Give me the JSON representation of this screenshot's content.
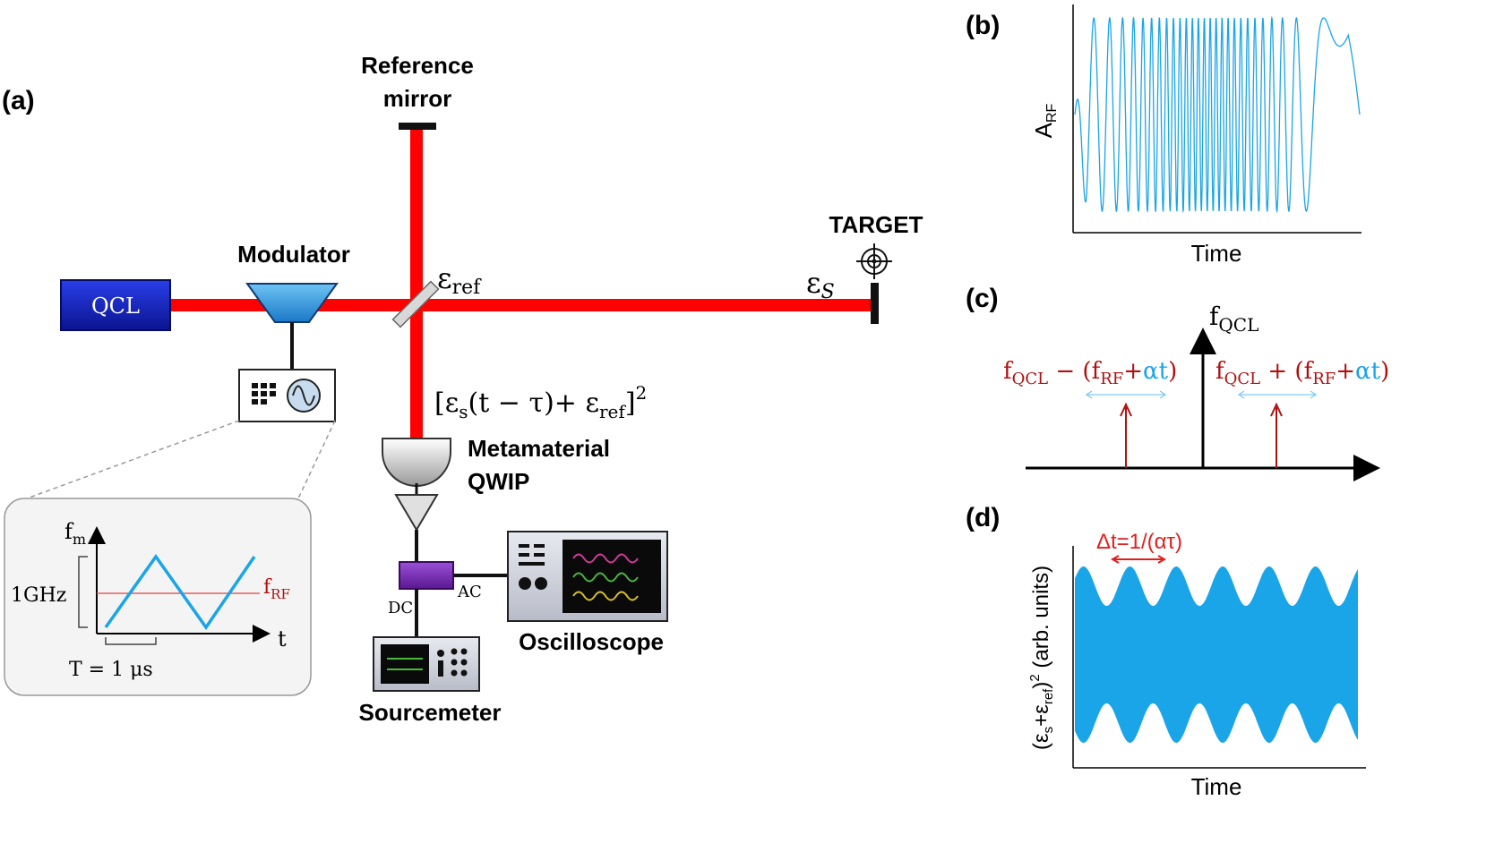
{
  "panels": {
    "a": "(a)",
    "b": "(b)",
    "c": "(c)",
    "d": "(d)"
  },
  "setup": {
    "qcl": "QCL",
    "modulator": "Modulator",
    "reference_mirror_line1": "Reference",
    "reference_mirror_line2": "mirror",
    "target": "TARGET",
    "e_ref": "ε",
    "e_ref_sub": "ref",
    "e_s": "ε",
    "e_s_sub": "S",
    "detector_line1": "Metamaterial",
    "detector_line2": "QWIP",
    "oscilloscope": "Oscilloscope",
    "sourcemeter": "Sourcemeter",
    "dc": "DC",
    "ac": "AC",
    "signal_formula": "[ε",
    "signal_formula_sub1": "s",
    "signal_formula_mid": "(t − τ)+ ε",
    "signal_formula_sub2": "ref",
    "signal_formula_end": "]",
    "signal_formula_sup": "2"
  },
  "inset": {
    "y_axis": "f",
    "y_axis_sub": "m",
    "x_axis": "t",
    "amplitude": "1GHz",
    "rf_label": "f",
    "rf_label_sub": "RF",
    "period": "T = 1 μs"
  },
  "panel_b": {
    "ylabel": "A",
    "ylabel_sub": "RF",
    "xlabel": "Time"
  },
  "panel_c": {
    "center": "f",
    "center_sub": "QCL",
    "left_f": "f",
    "left_sub": "QCL",
    "left_mid": " − (f",
    "left_sub2": "RF",
    "left_plus": "+",
    "left_alpha": "αt",
    "left_close": ")",
    "right_f": "f",
    "right_sub": "QCL",
    "right_mid": " + (f",
    "right_sub2": "RF",
    "right_plus": "+",
    "right_alpha": "αt",
    "right_close": ")"
  },
  "panel_d": {
    "annotation": "Δt=1/(ατ)",
    "ylabel": "(ε",
    "ylabel_s": "s",
    "ylabel_plus": "+ε",
    "ylabel_ref": "ref",
    "ylabel_close": ")",
    "ylabel_sup": "2",
    "ylabel_units": " (arb. units)",
    "xlabel": "Time"
  },
  "colors": {
    "beam": "#ff0000",
    "qcl_box": "#1020c8",
    "modulator": "#3aa0e0",
    "signal": "#1aa5e8",
    "dark_red": "#b01010",
    "amp": "#7a2ab0"
  }
}
